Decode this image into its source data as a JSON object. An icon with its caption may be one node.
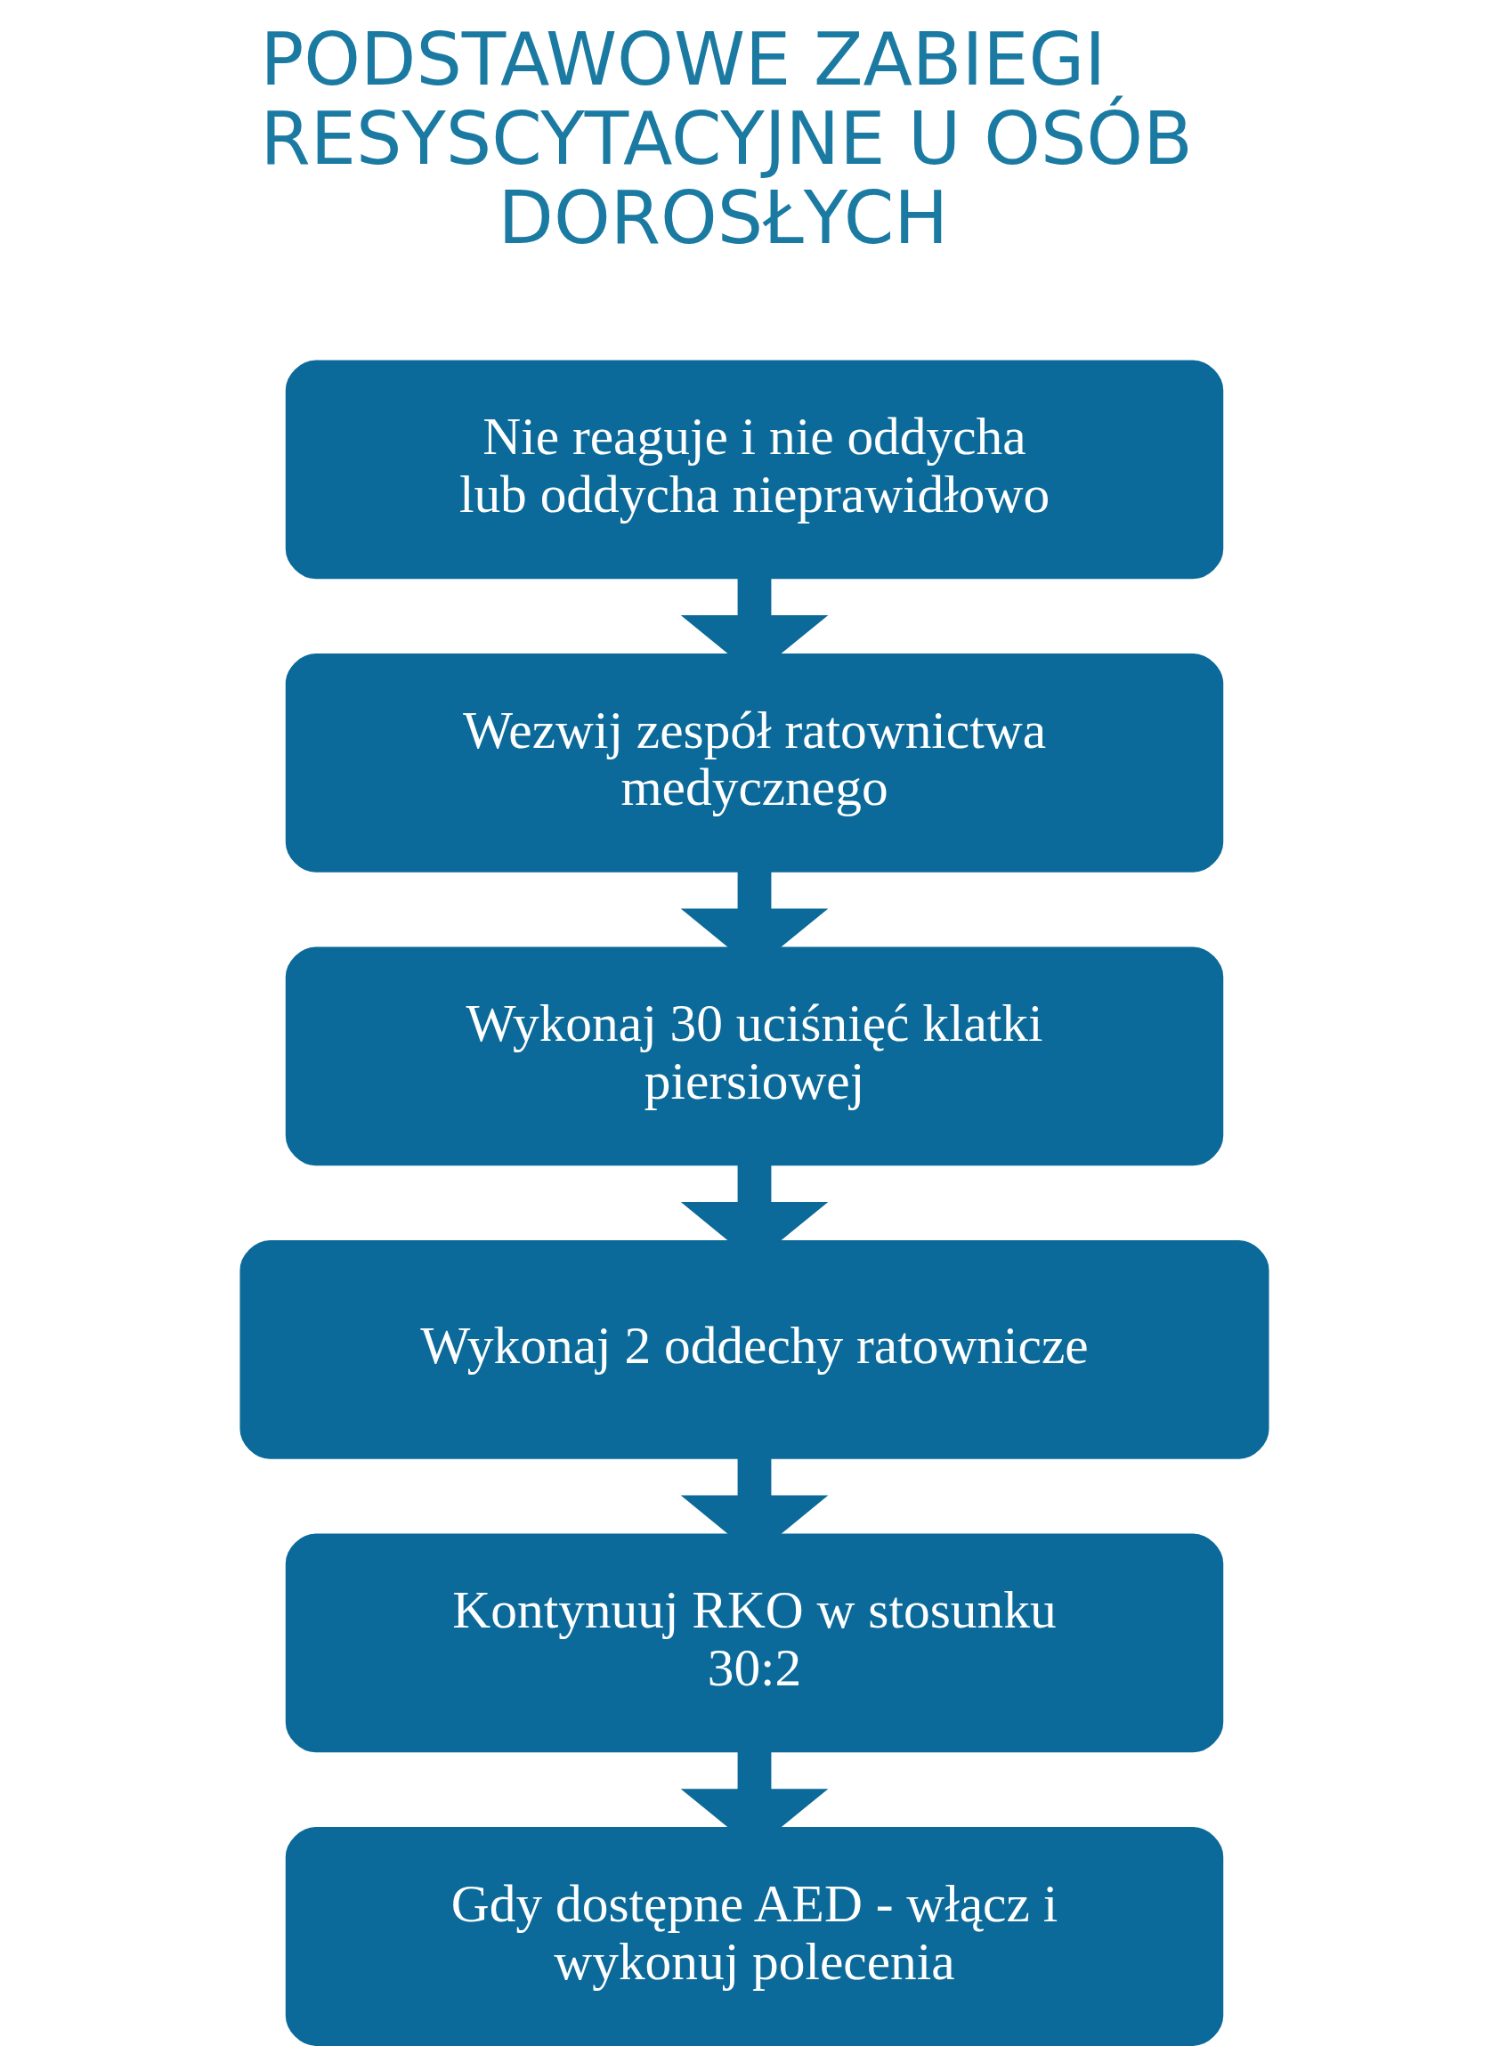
{
  "diagram": {
    "title": "PODSTAWOWE ZABIEGI RESYSCYTACYJNE U OSÓB DOROSŁYCH",
    "nodes": [
      {
        "text": [
          "Nie reaguje i nie oddycha lub oddycha nieprawidłowo"
        ]
      },
      {
        "text": [
          "Wezwij zespół ratownictwa medycznego"
        ]
      },
      {
        "text": [
          "Wykonaj 30 uciśnięć klatki piersiowej"
        ]
      },
      {
        "text": [
          "Wykonaj 2 oddechy ratownicze"
        ]
      },
      {
        "text": [
          "Kontynuuj RKO w stosunku 30:2"
        ]
      },
      {
        "text": [
          "Gdy dostępne AED - włącz i wykonuj polecenia"
        ]
      }
    ],
    "edges": [
      {
        "from": 0,
        "to": 1,
        "arrow": "to"
      },
      {
        "from": 1,
        "to": 2,
        "arrow": "to"
      },
      {
        "from": 2,
        "to": 3,
        "arrow": "to"
      },
      {
        "from": 3,
        "to": 4,
        "arrow": "to"
      },
      {
        "from": 4,
        "to": 5,
        "arrow": "to"
      }
    ]
  }
}
